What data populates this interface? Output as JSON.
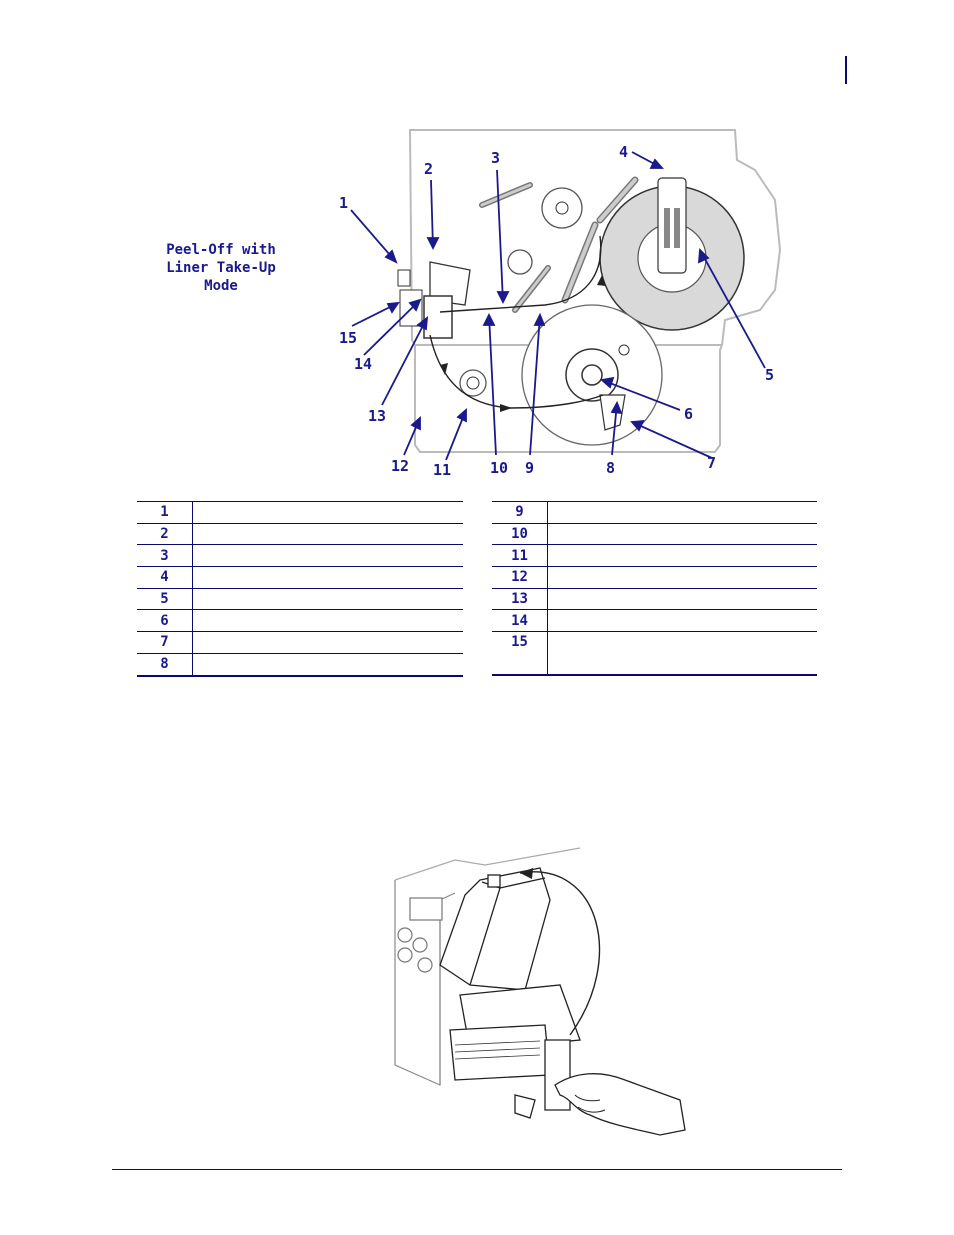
{
  "diagram": {
    "mode_label": "Peel-Off with Liner Take-Up Mode",
    "callouts": [
      "1",
      "2",
      "3",
      "4",
      "5",
      "6",
      "7",
      "8",
      "9",
      "10",
      "11",
      "12",
      "13",
      "14",
      "15"
    ]
  },
  "legend_left": [
    {
      "num": "1",
      "desc": ""
    },
    {
      "num": "2",
      "desc": ""
    },
    {
      "num": "3",
      "desc": ""
    },
    {
      "num": "4",
      "desc": ""
    },
    {
      "num": "5",
      "desc": ""
    },
    {
      "num": "6",
      "desc": ""
    },
    {
      "num": "7",
      "desc": ""
    },
    {
      "num": "8",
      "desc": ""
    }
  ],
  "legend_right": [
    {
      "num": "9",
      "desc": ""
    },
    {
      "num": "10",
      "desc": ""
    },
    {
      "num": "11",
      "desc": ""
    },
    {
      "num": "12",
      "desc": ""
    },
    {
      "num": "13",
      "desc": ""
    },
    {
      "num": "14",
      "desc": ""
    },
    {
      "num": "15",
      "desc": ""
    }
  ],
  "colors": {
    "accent": "#1a1a8c",
    "line": "#0a0a6e",
    "gray_fill": "#d9d9d9"
  }
}
